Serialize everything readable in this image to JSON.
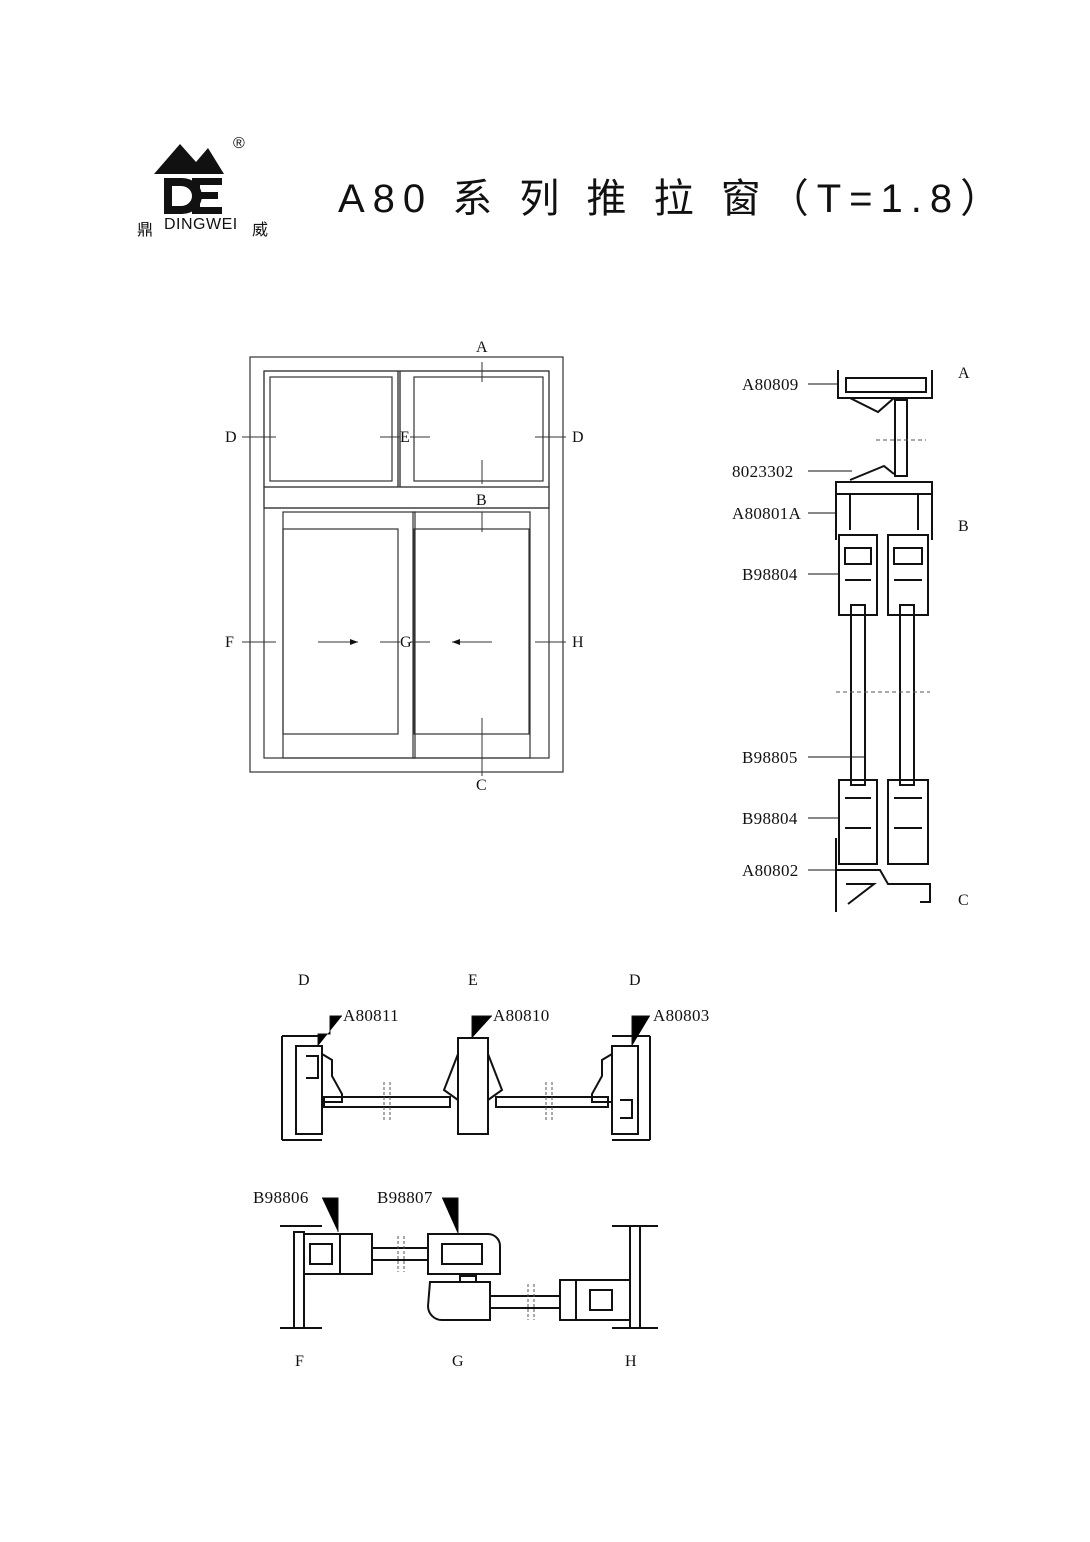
{
  "brand": {
    "registered": "®",
    "left_char": "鼎",
    "name": "DINGWEI",
    "right_char": "威"
  },
  "title": "A80 系 列 推 拉 窗（T=1.8）",
  "elevation": {
    "labels": {
      "A": "A",
      "B": "B",
      "C": "C",
      "D_left": "D",
      "D_right": "D",
      "E": "E",
      "F": "F",
      "G": "G",
      "H": "H"
    }
  },
  "vertical_section": {
    "codes": [
      "A80809",
      "8023302",
      "A80801A",
      "B98804",
      "B98805",
      "B98804",
      "A80802"
    ],
    "labels": {
      "A": "A",
      "B": "B",
      "C": "C"
    }
  },
  "horizontal_top": {
    "labels": {
      "D_left": "D",
      "E": "E",
      "D_right": "D"
    },
    "codes": [
      "A80811",
      "A80810",
      "A80803"
    ]
  },
  "horizontal_bottom": {
    "codes": [
      "B98806",
      "B98807"
    ],
    "labels": {
      "F": "F",
      "G": "G",
      "H": "H"
    }
  }
}
